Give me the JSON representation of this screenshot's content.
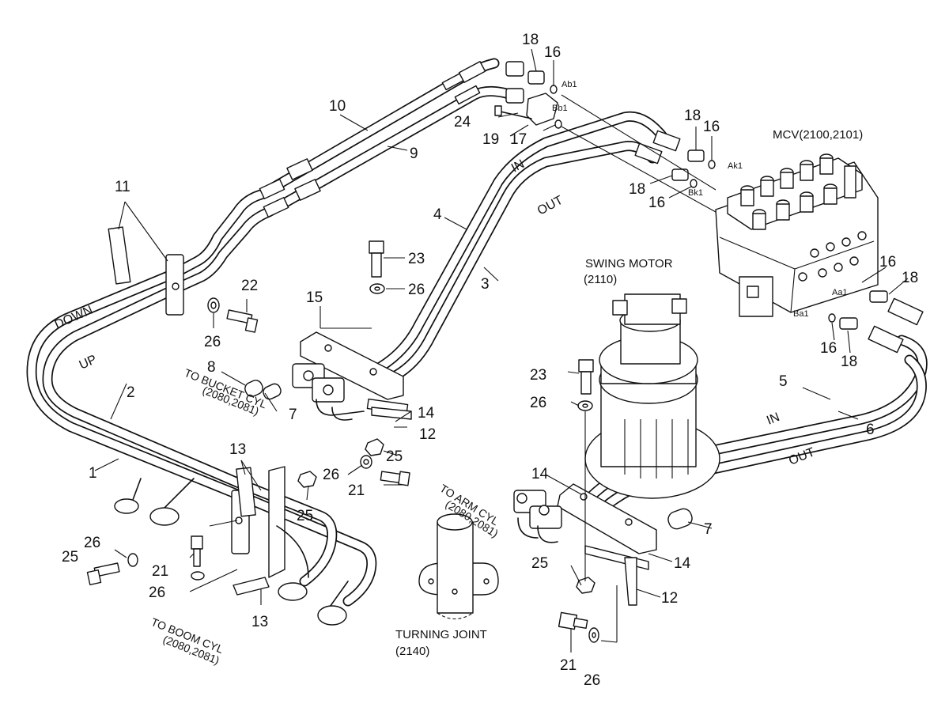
{
  "callouts": {
    "c1": "1",
    "c2": "2",
    "c3": "3",
    "c4": "4",
    "c5": "5",
    "c6": "6",
    "c7a": "7",
    "c7b": "7",
    "c8": "8",
    "c9": "9",
    "c10": "10",
    "c11": "11",
    "c12a": "12",
    "c12b": "12",
    "c13a": "13",
    "c13b": "13",
    "c14a": "14",
    "c14b": "14",
    "c14c": "14",
    "c15": "15",
    "c16a": "16",
    "c16b": "16",
    "c16c": "16",
    "c16d": "16",
    "c16e": "16",
    "c17": "17",
    "c18a": "18",
    "c18b": "18",
    "c18c": "18",
    "c18d": "18",
    "c18e": "18",
    "c19": "19",
    "c21a": "21",
    "c21b": "21",
    "c21c": "21",
    "c22": "22",
    "c23a": "23",
    "c23b": "23",
    "c24": "24",
    "c25a": "25",
    "c25b": "25",
    "c25c": "25",
    "c25d": "25",
    "c26a": "26",
    "c26b": "26",
    "c26c": "26",
    "c26d": "26",
    "c26e": "26",
    "c26f": "26",
    "c26g": "26"
  },
  "ports": {
    "ab1": "Ab1",
    "bb1": "Bb1",
    "ak1": "Ak1",
    "bk1": "Bk1",
    "aa1": "Aa1",
    "ba1": "Ba1"
  },
  "flow_labels": {
    "down": "DOWN",
    "up": "UP",
    "in_top": "IN",
    "out_top": "OUT",
    "in_right": "IN",
    "out_right": "OUT"
  },
  "components": {
    "mcv": "MCV(2100,2101)",
    "swing_motor": "SWING MOTOR",
    "swing_motor_ref": "(2110)",
    "turning_joint": "TURNING JOINT",
    "turning_joint_ref": "(2140)",
    "bucket_cyl": "TO BUCKET CYL",
    "bucket_cyl_ref": "(2080,2081)",
    "arm_cyl": "TO ARM CYL",
    "arm_cyl_ref": "(2080,2081)",
    "boom_cyl": "TO BOOM CYL",
    "boom_cyl_ref": "(2080,2081)"
  }
}
